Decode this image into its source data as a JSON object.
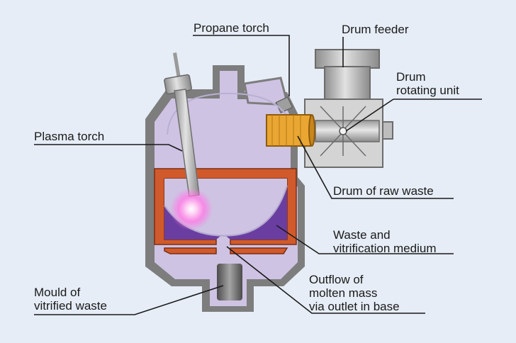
{
  "labels": {
    "propane_torch": "Propane torch",
    "drum_feeder": "Drum feeder",
    "drum_rotating_unit": [
      "Drum",
      "rotating unit"
    ],
    "plasma_torch": "Plasma torch",
    "drum_of_raw_waste": "Drum of raw waste",
    "waste_and_vitrification_medium": [
      "Waste and",
      "vitrification medium"
    ],
    "mould_of_vitrified_waste": [
      "Mould of",
      "vitrified waste"
    ],
    "outflow_of_molten_mass": [
      "Outflow of",
      "molten mass",
      "via outlet in base"
    ]
  },
  "colors": {
    "background": "#e6edf6",
    "vessel_wall": "#7d7d7d",
    "chamber_interior": "#cec3e3",
    "crucible_lining": "#d05a2c",
    "molten_medium": "#6a3ea1",
    "drum": "#e9a632",
    "plasma_glow": "#ff7be6",
    "leader_line": "#1a1a1a"
  }
}
